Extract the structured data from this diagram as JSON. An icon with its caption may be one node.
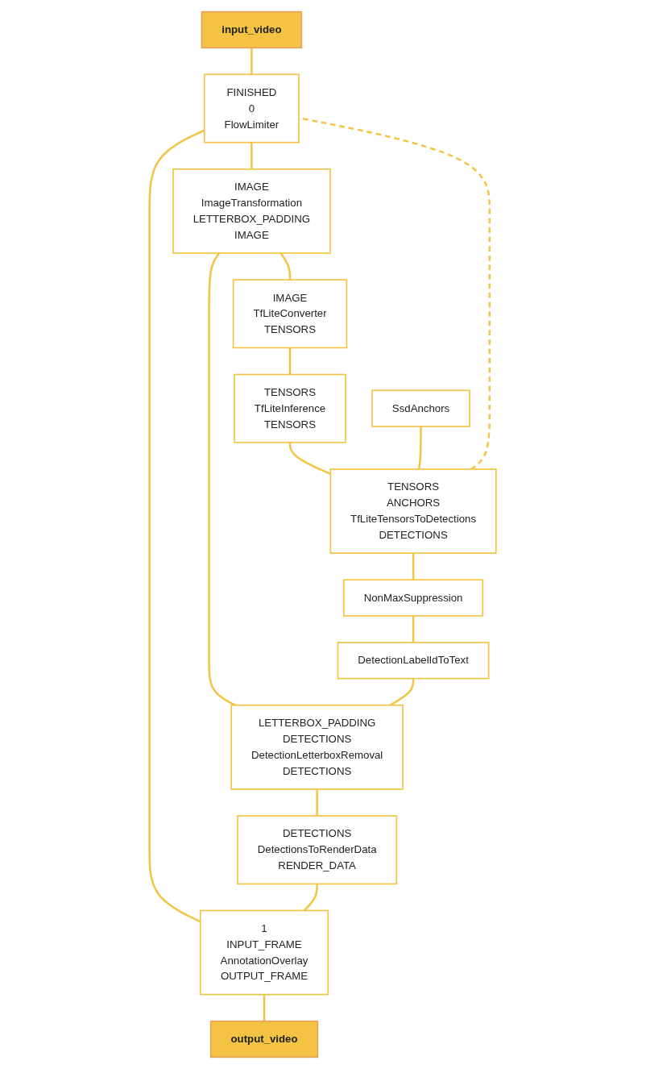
{
  "diagram": {
    "nodes": [
      {
        "text": [
          "input_video"
        ]
      },
      {
        "text": [
          "FINISHED",
          "0",
          "FlowLimiter"
        ]
      },
      {
        "text": [
          "IMAGE",
          "ImageTransformation",
          "LETTERBOX_PADDING",
          "IMAGE"
        ]
      },
      {
        "text": [
          "IMAGE",
          "TfLiteConverter",
          "TENSORS"
        ]
      },
      {
        "text": [
          "TENSORS",
          "TfLiteInference",
          "TENSORS"
        ]
      },
      {
        "text": [
          "SsdAnchors"
        ]
      },
      {
        "text": [
          "TENSORS",
          "ANCHORS",
          "TfLiteTensorsToDetections",
          "DETECTIONS"
        ]
      },
      {
        "text": [
          "NonMaxSuppression"
        ]
      },
      {
        "text": [
          "DetectionLabelIdToText"
        ]
      },
      {
        "text": [
          "LETTERBOX_PADDING",
          "DETECTIONS",
          "DetectionLetterboxRemoval",
          "DETECTIONS"
        ]
      },
      {
        "text": [
          "DETECTIONS",
          "DetectionsToRenderData",
          "RENDER_DATA"
        ]
      },
      {
        "text": [
          "1",
          "INPUT_FRAME",
          "AnnotationOverlay",
          "OUTPUT_FRAME"
        ]
      },
      {
        "text": [
          "output_video"
        ]
      }
    ],
    "edges": [
      {
        "from": 0,
        "to": 1,
        "arrow": "none"
      },
      {
        "from": 1,
        "to": 2,
        "arrow": "none"
      },
      {
        "from": 1,
        "to": 11,
        "arrow": "none"
      },
      {
        "from": 2,
        "to": 3,
        "arrow": "none"
      },
      {
        "from": 2,
        "to": 9,
        "arrow": "none"
      },
      {
        "from": 3,
        "to": 4,
        "arrow": "none"
      },
      {
        "from": 4,
        "to": 6,
        "arrow": "none"
      },
      {
        "from": 5,
        "to": 6,
        "arrow": "none"
      },
      {
        "from": 6,
        "to": 7,
        "arrow": "none"
      },
      {
        "from": 6,
        "to": 1,
        "arrow": "none",
        "style": "dashed"
      },
      {
        "from": 7,
        "to": 8,
        "arrow": "none"
      },
      {
        "from": 8,
        "to": 9,
        "arrow": "none"
      },
      {
        "from": 9,
        "to": 10,
        "arrow": "none"
      },
      {
        "from": 10,
        "to": 11,
        "arrow": "none"
      },
      {
        "from": 11,
        "to": 12,
        "arrow": "none"
      }
    ]
  }
}
